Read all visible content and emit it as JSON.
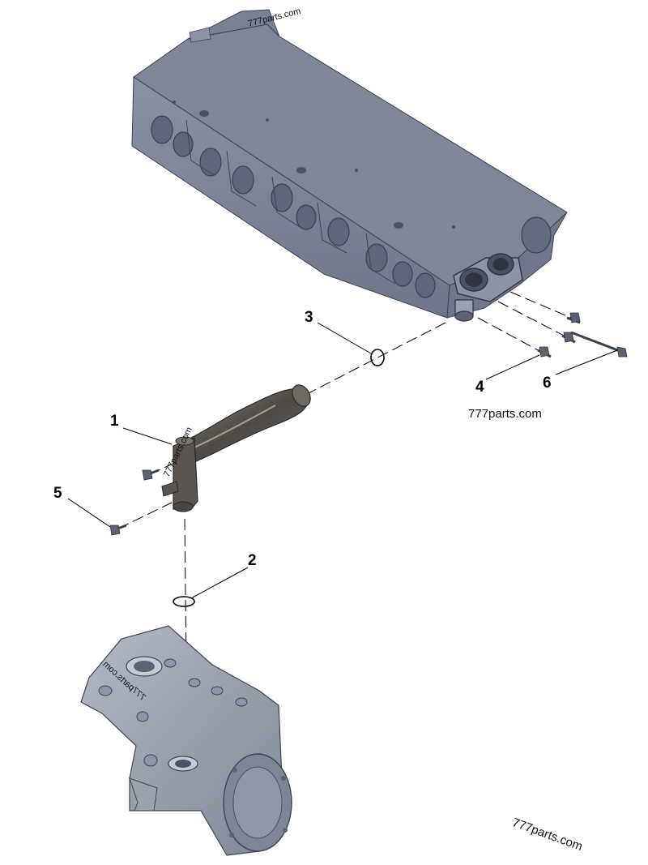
{
  "watermark": "777parts.com",
  "callouts": [
    {
      "number": "1"
    },
    {
      "number": "2"
    },
    {
      "number": "3"
    },
    {
      "number": "4"
    },
    {
      "number": "5"
    },
    {
      "number": "6"
    }
  ],
  "colors": {
    "part_body": "#7d8595",
    "part_dark": "#5b6272",
    "part_light": "#a2a9b6",
    "pipe": "#5e5a55",
    "pump": "#98a0ad",
    "leader_line": "#000000"
  }
}
